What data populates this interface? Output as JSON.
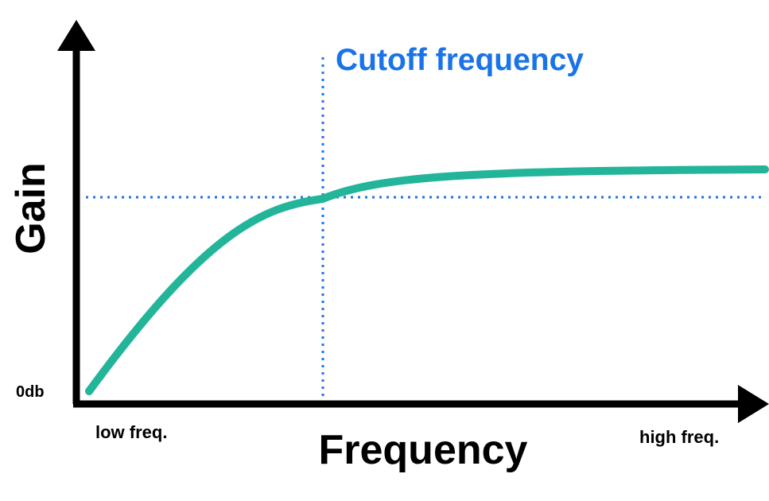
{
  "labels": {
    "y_axis": "Gain",
    "x_axis": "Frequency",
    "zero": "0db",
    "low": "low freq.",
    "high": "high freq.",
    "cutoff": "Cutoff frequency"
  },
  "colors": {
    "axis": "#000000",
    "curve": "#22b59a",
    "guide": "#1a73e8",
    "cutoff_text": "#1a73e8",
    "text": "#000000"
  }
}
